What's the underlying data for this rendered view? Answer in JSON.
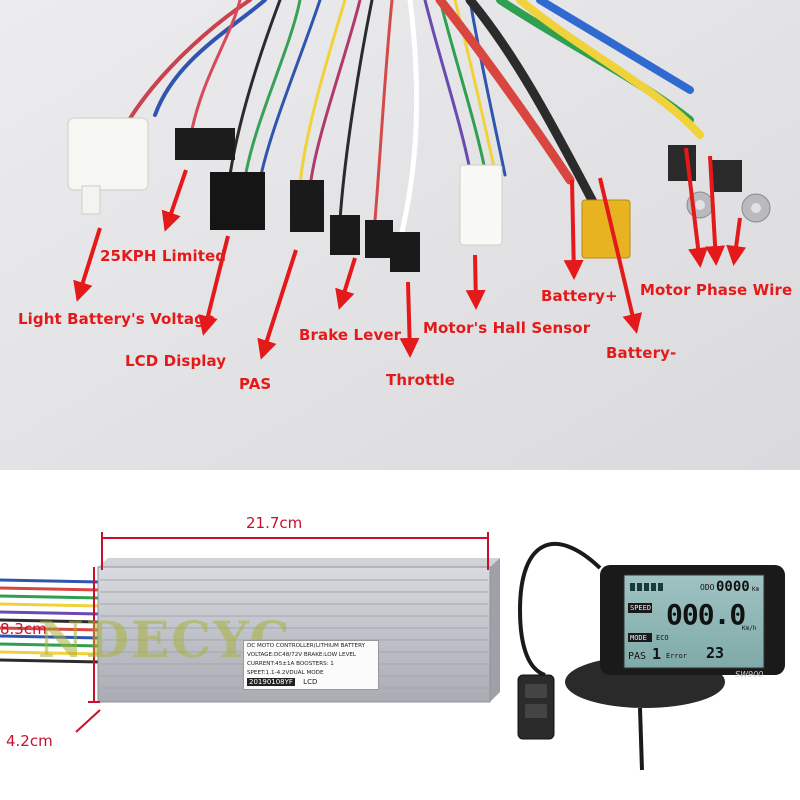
{
  "wiring_photo": {
    "labels": {
      "speed_limit": "25KPH Limited",
      "light": "Light Battery's Voltage",
      "lcd": "LCD Display",
      "pas": "PAS",
      "brake": "Brake Lever",
      "throttle": "Throttle",
      "hall": "Motor's Hall Sensor",
      "battery_plus": "Battery+",
      "battery_minus": "Battery-",
      "motor_phase": "Motor Phase Wire"
    }
  },
  "controller_photo": {
    "length": "21.7cm",
    "height": "8.3cm",
    "depth": "4.2cm",
    "watermark": "NDECYC",
    "sticker": {
      "line1": "DC MOTO CONTROLLER(LITHIUM BATTERY",
      "line2": "VOLTAGE:DC48/72V   BRAKE:LOW LEVEL",
      "line3": "CURRENT:45±1A        BOOSTERS: 1",
      "line4": "SPEET:1.1-4.2VDUAL MODE",
      "serial": "20190108YF",
      "model": "LCD"
    }
  },
  "display_photo": {
    "odo_label": "ODO",
    "odo_value": "0000",
    "odo_unit": "Km",
    "speed_label": "SPEED",
    "speed_value": "000.0",
    "speed_unit": "Km/h",
    "mode_label": "MODE",
    "mode_value": "ECO",
    "pas_label": "PAS",
    "pas_value": "1",
    "error_label": "Error",
    "error_value": "23",
    "brand": "SW900"
  },
  "colors": {
    "arrow": "#e41a1a",
    "dimension": "#c8102e",
    "xt60": "#e8b321"
  }
}
